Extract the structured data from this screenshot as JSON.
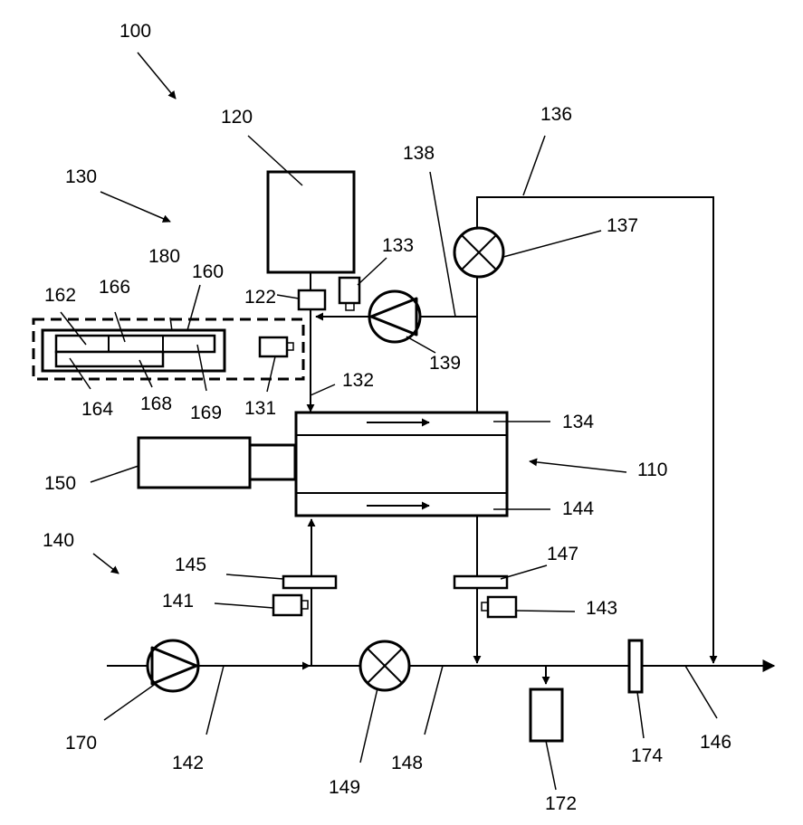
{
  "labels": {
    "n100": "100",
    "n110": "110",
    "n120": "120",
    "n122": "122",
    "n130": "130",
    "n131": "131",
    "n132": "132",
    "n133": "133",
    "n134": "134",
    "n136": "136",
    "n137": "137",
    "n138": "138",
    "n139": "139",
    "n140": "140",
    "n141": "141",
    "n142": "142",
    "n143": "143",
    "n144": "144",
    "n145": "145",
    "n146": "146",
    "n147": "147",
    "n148": "148",
    "n149": "149",
    "n150": "150",
    "n160": "160",
    "n162": "162",
    "n164": "164",
    "n166": "166",
    "n168": "168",
    "n169": "169",
    "n170": "170",
    "n172": "172",
    "n174": "174",
    "n180": "180"
  }
}
